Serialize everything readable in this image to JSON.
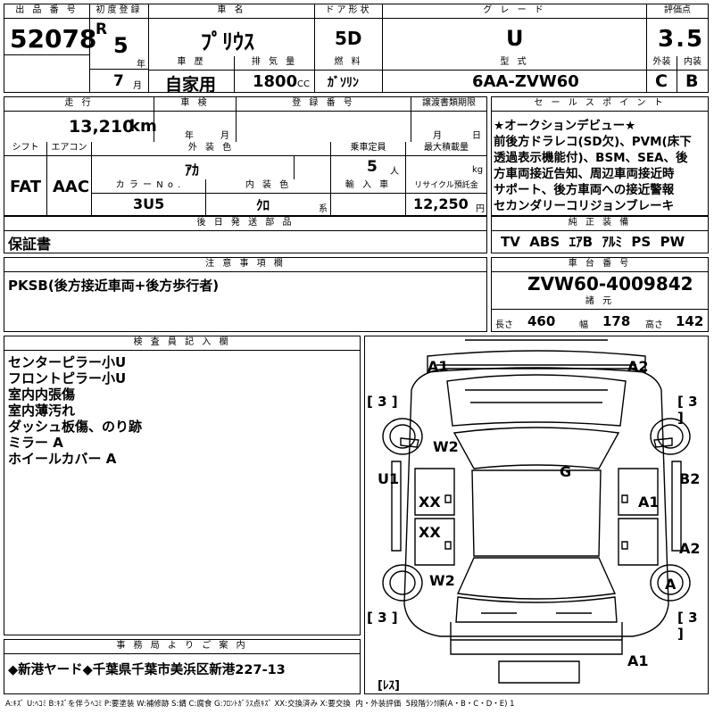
{
  "header": {
    "lot_no_label": "出 品 番 号",
    "lot_no": "52078",
    "reg_label": "初度登録",
    "era": "R",
    "year": "5",
    "year_unit": "年",
    "month": "7",
    "month_unit": "月",
    "name_label": "車 名",
    "name": "ﾌﾟﾘｳｽ",
    "door_label": "ドア形状",
    "door": "5D",
    "grade_label": "グ レ ー ド",
    "grade": "U",
    "score_label": "評価点",
    "score": "3.5",
    "history_label": "車 歴",
    "history": "自家用",
    "displacement_label": "排 気 量",
    "displacement": "1800",
    "displacement_unit": "CC",
    "fuel_label": "燃 料",
    "fuel": "ｶﾞｿﾘﾝ",
    "model_label": "型 式",
    "model": "6AA-ZVW60",
    "ext_label": "外装",
    "ext": "C",
    "int_label": "内装",
    "int": "B"
  },
  "row2": {
    "mileage_label": "走 行",
    "mileage": "13,210",
    "mileage_unit": "km",
    "inspection_label": "車 検",
    "inspection_year_unit": "年",
    "inspection_month_unit": "月",
    "plate_label": "登 録 番 号",
    "transfer_label": "譲渡書類期限",
    "transfer_month_unit": "月",
    "transfer_day_unit": "日",
    "shift_label": "シフト",
    "shift": "FAT",
    "ac_label": "エアコン",
    "ac": "AAC",
    "color_label": "外 装 色",
    "color": "ｱｶ",
    "seats_label": "乗車定員",
    "seats": "5",
    "seats_unit": "人",
    "load_label": "最大積載量",
    "load_unit": "kg",
    "color_no_label": "カ ラ ー N o .",
    "color_no": "3U5",
    "interior_color_label": "内 装 色",
    "interior_color": "ｸﾛ",
    "interior_unit": "系",
    "import_label": "輸 入 車",
    "recycle_label": "リサイクル預託金",
    "recycle": "12,250",
    "recycle_unit": "円"
  },
  "sales_points": {
    "label": "セ ー ル ス ポ イ ン ト",
    "lines": [
      "★オークションデビュー★",
      "前後方ドラレコ(SD欠)、PVM(床下",
      "透過表示機能付)、BSM、SEA、後",
      "方車両接近告知、周辺車両接近時",
      "サポート、後方車両への接近警報",
      "セカンダリーコリジョンブレーキ"
    ]
  },
  "later_parts": {
    "label": "後 日 発 送 部 品",
    "value": "保証書"
  },
  "equipment": {
    "label": "純 正 装 備",
    "value": "TV  ABS  ｴｱB  ｱﾙﾐ  PS  PW"
  },
  "notes": {
    "label": "注 意 事 項 欄",
    "value": "PKSB(後方接近車両+後方歩行者)"
  },
  "chassis": {
    "label": "車 台 番 号",
    "value": "ZVW60-4009842"
  },
  "specs": {
    "label": "諸 元",
    "length_label": "長さ",
    "length": "460",
    "width_label": "幅",
    "width": "178",
    "height_label": "高さ",
    "height": "142"
  },
  "inspector": {
    "label": "検 査 員 記 入 欄",
    "lines": [
      "センターピラー小U",
      "フロントピラー小U",
      "室内内張傷",
      "室内薄汚れ",
      "ダッシュ板傷、のり跡",
      "ミラー A",
      "ホイールカバー A"
    ]
  },
  "diagram": {
    "marks": {
      "a1_top": "A1",
      "a2_top": "A2",
      "left_br_top": "[ 3 ]",
      "right_br_top": "[ 3 ]",
      "w2_top": "W2",
      "g": "G",
      "u1": "U1",
      "b2": "B2",
      "xx1": "XX",
      "a1_right": "A1",
      "xx2": "XX",
      "a2_right": "A2",
      "w2_bottom": "W2",
      "a_wheel": "A",
      "left_br_bot": "[ 3 ]",
      "right_br_bot": "[ 3 ]",
      "a1_bottom": "A1",
      "less": "[ﾚｽ]"
    }
  },
  "office": {
    "label": "事 務 局 よ り ご 案 内",
    "value": "◆新港ヤード◆千葉県千葉市美浜区新港227-13"
  },
  "legend": "A:ｷｽﾞ U:ﾍｺﾐ B:ｷｽﾞを伴うﾍｺﾐ P:要塗装 W:補修跡 S:錆 C:腐食 G:ﾌﾛﾝﾄｶﾞﾗｽ点ｷｽﾞ XX:交換済み X:要交換  内・外装評価  5段階ﾗﾝｸ順(A・B・C・D・E) 1"
}
